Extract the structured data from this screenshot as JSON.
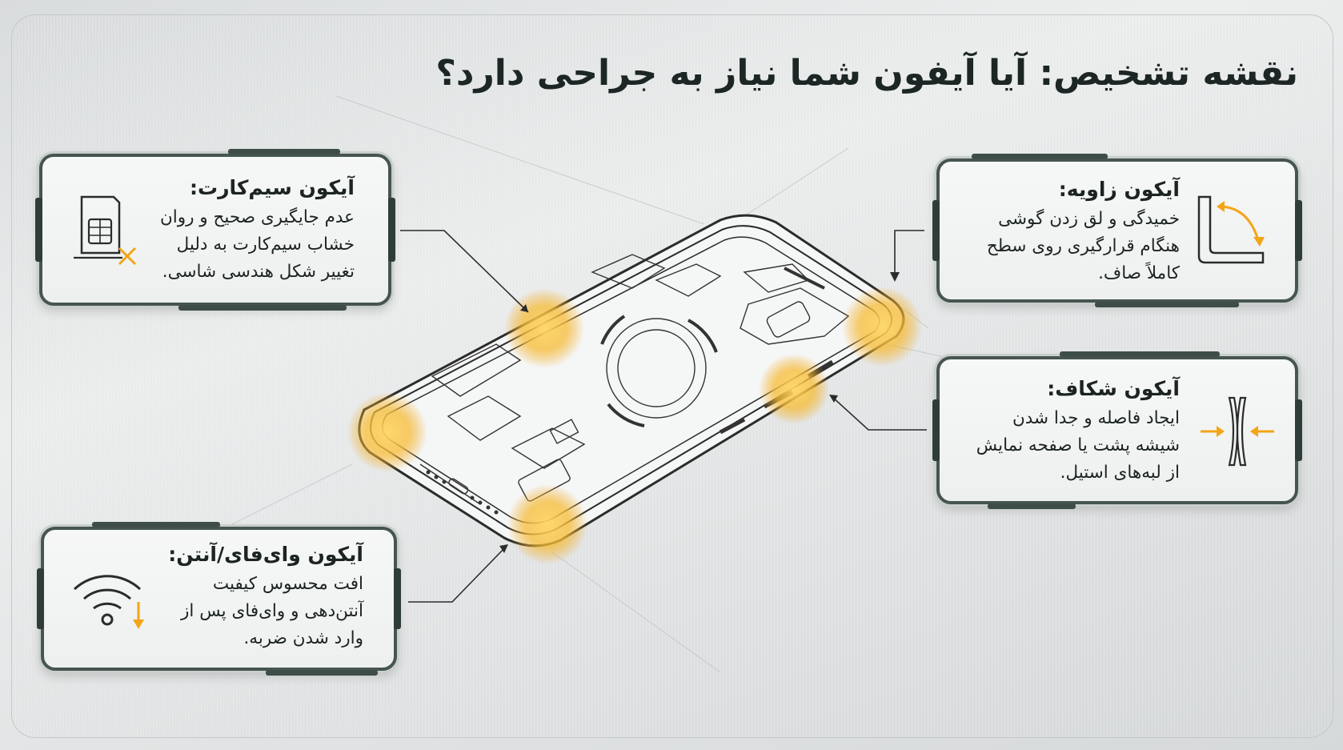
{
  "title": "نقشه تشخیص: آیا آیفون شما نیاز به جراحی دارد؟",
  "callouts": {
    "sim": {
      "title": "آیکون سیم‌کارت:",
      "lines": [
        "عدم جایگیری صحیح و روان",
        "خشاب سیم‌کارت به دلیل",
        "تغییر شکل هندسی شاسی."
      ],
      "icon": "sim-card-x-icon"
    },
    "corner": {
      "title": "آیکون زاویه:",
      "lines": [
        "خمیدگی و لق زدن گوشی",
        "هنگام قرارگیری روی سطح",
        "کاملاً صاف."
      ],
      "icon": "corner-angle-icon"
    },
    "gap": {
      "title": "آیکون شکاف:",
      "lines": [
        "ایجاد فاصله و جدا شدن",
        "شیشه پشت یا صفحه نمایش",
        "از لبه‌های استیل."
      ],
      "icon": "gap-arrows-icon"
    },
    "wifi": {
      "title": "آیکون وای‌فای/آنتن:",
      "lines": [
        "افت محسوس کیفیت",
        "آنتن‌دهی و وای‌فای پس از",
        "وارد شدن ضربه."
      ],
      "icon": "wifi-down-icon"
    }
  },
  "colors": {
    "accent": "#f2a516",
    "highlight": "#f7c64a",
    "card_border": "#46554f",
    "text": "#1b2421"
  }
}
